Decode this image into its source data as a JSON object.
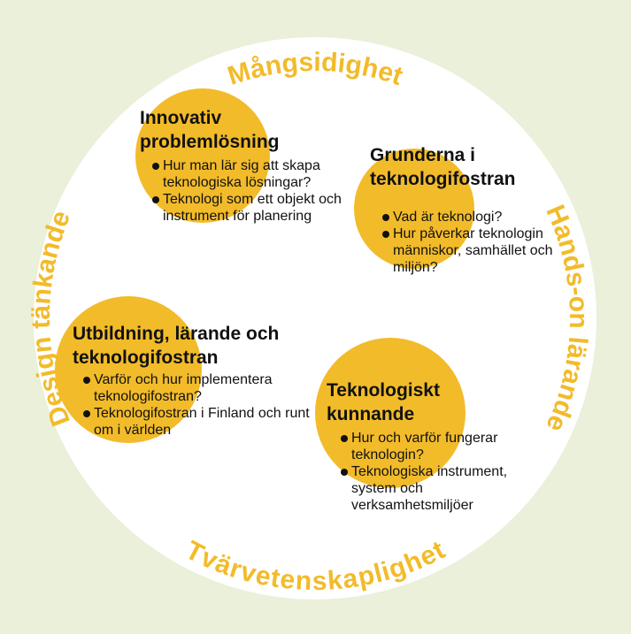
{
  "ring": {
    "top": "Mångsidighet",
    "right": "Hands-on lärande",
    "bottom": "Tvärvetenskaplighet",
    "left": "Design tänkande"
  },
  "colors": {
    "accent": "#f2bb2a",
    "background": "#eaf0d9",
    "inner": "#ffffff"
  },
  "topics": [
    {
      "title": "Innovativ\nproblemlösning",
      "bullets": [
        "Hur man lär sig att skapa teknologiska lösningar?",
        "Teknologi som ett objekt och instrument för planering"
      ]
    },
    {
      "title": "Grunderna i\nteknologifostran",
      "bullets": [
        "Vad är teknologi?",
        "Hur påverkar teknologin människor, samhället och miljön?"
      ]
    },
    {
      "title": "Utbildning, lärande och\nteknologifostran",
      "bullets": [
        "Varför och hur implementera teknologifostran?",
        "Teknologifostran i Finland och runt om i världen"
      ]
    },
    {
      "title": "Teknologiskt\nkunnande",
      "bullets": [
        "Hur och varför fungerar teknologin?",
        "Teknologiska instrument, system och verksamhetsmiljöer"
      ]
    }
  ]
}
